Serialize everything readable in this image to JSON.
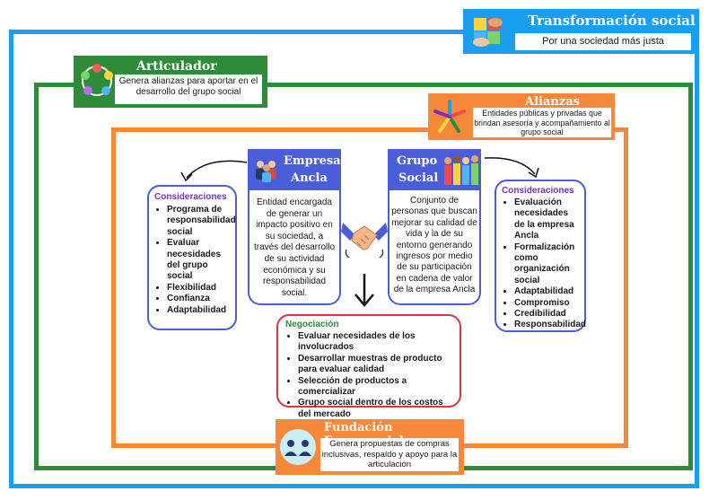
{
  "transformacion": {
    "title": "Transformación social",
    "subtitle": "Por una sociedad más justa"
  },
  "articulador": {
    "title": "Articulador Neutral",
    "description": "Genera alianzas para aportar en el desarrollo del grupo social"
  },
  "alianzas": {
    "title": "Alianzas",
    "description": "Entidades públicas y privadas que brindan asesoría y acompañamiento al grupo social"
  },
  "empresa": {
    "title_line1": "Empresa",
    "title_line2": "Ancla",
    "description": "Entidad encargada de generar un impacto positivo en su sociedad, a través del desarrollo de su actividad económica y su responsabilidad social."
  },
  "grupo": {
    "title_line1": "Grupo",
    "title_line2": "Social",
    "description": "Conjunto de personas que buscan mejorar su calidad de vida y la de su entorno generando ingresos por medio de su participación en cadena de valor de la empresa Ancla"
  },
  "consideraciones_left": {
    "title": "Consideraciones",
    "items": [
      "Programa de responsabilidad social",
      "Evaluar necesidades del grupo social",
      "Flexibilidad",
      "Confianza",
      "Adaptabilidad"
    ]
  },
  "consideraciones_right": {
    "title": "Consideraciones",
    "items": [
      "Evaluación necesidades de la empresa Ancla",
      "Formalización como organización social",
      "Adaptabilidad",
      "Compromiso",
      "Credibilidad",
      "Responsabilidad"
    ]
  },
  "negociacion": {
    "title": "Negociación",
    "items": [
      "Evaluar necesidades de los involucrados",
      "Desarrollar muestras de producto para evaluar calidad",
      "Selección de productos a comercializar",
      "Grupo social dentro de los costos del mercado"
    ]
  },
  "fundacion": {
    "title": "Fundación Empresarial",
    "description": "Genera propuestas de compras inclusivas, respaldo y apoyo para la articulación"
  },
  "colors": {
    "blue": "#1a9ef0",
    "green": "#2e8b37",
    "orange": "#f7883a",
    "indigo": "#4a5ed9",
    "purple": "#7b2fbf",
    "red": "#d9343f"
  },
  "icons": [
    "puzzle-hands-icon",
    "ring-of-people-icon",
    "star-people-icon",
    "business-team-icon",
    "crowd-icon",
    "handshake-icon",
    "foundation-people-icon"
  ]
}
